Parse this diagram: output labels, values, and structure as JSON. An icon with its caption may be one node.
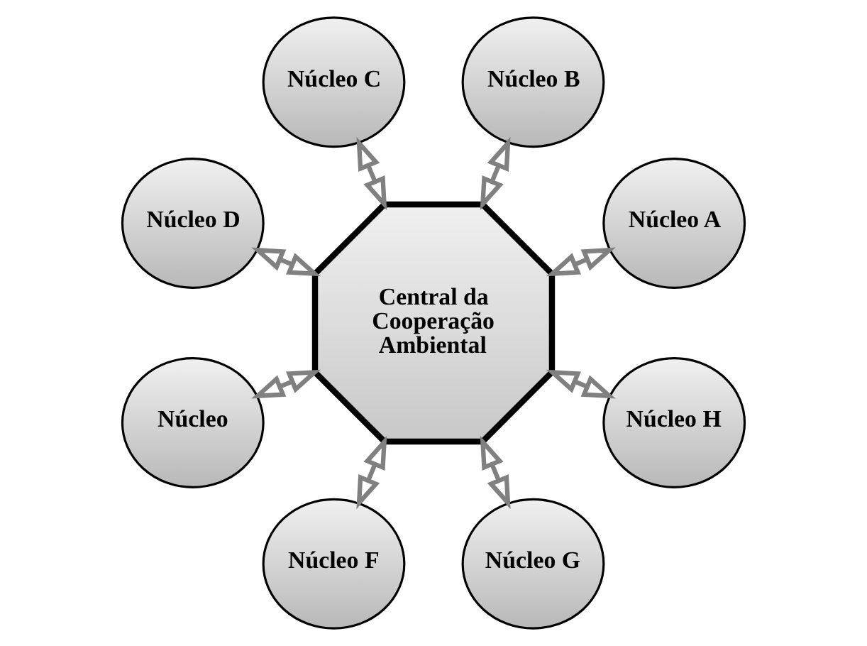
{
  "diagram": {
    "nodes": [
      {
        "text": [
          "Central da Cooperação Ambiental"
        ]
      },
      {
        "text": [
          "Núcleo A"
        ]
      },
      {
        "text": [
          "Núcleo B"
        ]
      },
      {
        "text": [
          "Núcleo C"
        ]
      },
      {
        "text": [
          "Núcleo D"
        ]
      },
      {
        "text": [
          "Núcleo"
        ]
      },
      {
        "text": [
          "Núcleo F"
        ]
      },
      {
        "text": [
          "Núcleo G"
        ]
      },
      {
        "text": [
          "Núcleo H"
        ]
      }
    ],
    "edges": [
      {
        "from": 0,
        "to": 1,
        "arrow": "both"
      },
      {
        "from": 0,
        "to": 2,
        "arrow": "both"
      },
      {
        "from": 0,
        "to": 3,
        "arrow": "both"
      },
      {
        "from": 0,
        "to": 4,
        "arrow": "both"
      },
      {
        "from": 0,
        "to": 5,
        "arrow": "both"
      },
      {
        "from": 0,
        "to": 6,
        "arrow": "both"
      },
      {
        "from": 0,
        "to": 7,
        "arrow": "both"
      },
      {
        "from": 0,
        "to": 8,
        "arrow": "both"
      }
    ]
  }
}
